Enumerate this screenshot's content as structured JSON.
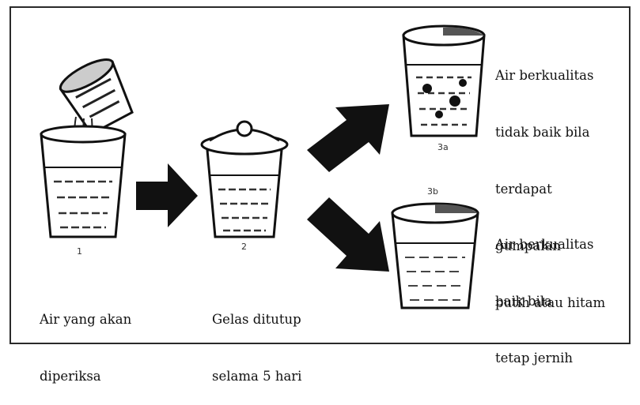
{
  "step_numbers": {
    "s1": "1",
    "s2": "2",
    "s3a": "3a",
    "s3b": "3b"
  },
  "captions": {
    "water_to_check": [
      "Air yang akan",
      "diperiksa"
    ],
    "glass_covered": [
      "Gelas ditutup",
      "selama 5 hari"
    ],
    "bad_quality": [
      "Air berkualitas",
      "tidak baik bila",
      "terdapat",
      "gumpalan",
      "putih atau hitam"
    ],
    "good_quality": [
      "Air berkualitas",
      "baik bila",
      "tetap jernih"
    ]
  },
  "colors": {
    "ink": "#1a1a1a",
    "paper": "#ffffff"
  },
  "icons": [
    "glass-icon",
    "pouring-cup-icon",
    "lidded-glass-icon",
    "right-arrow-icon",
    "up-right-arrow-icon",
    "down-right-arrow-icon"
  ]
}
